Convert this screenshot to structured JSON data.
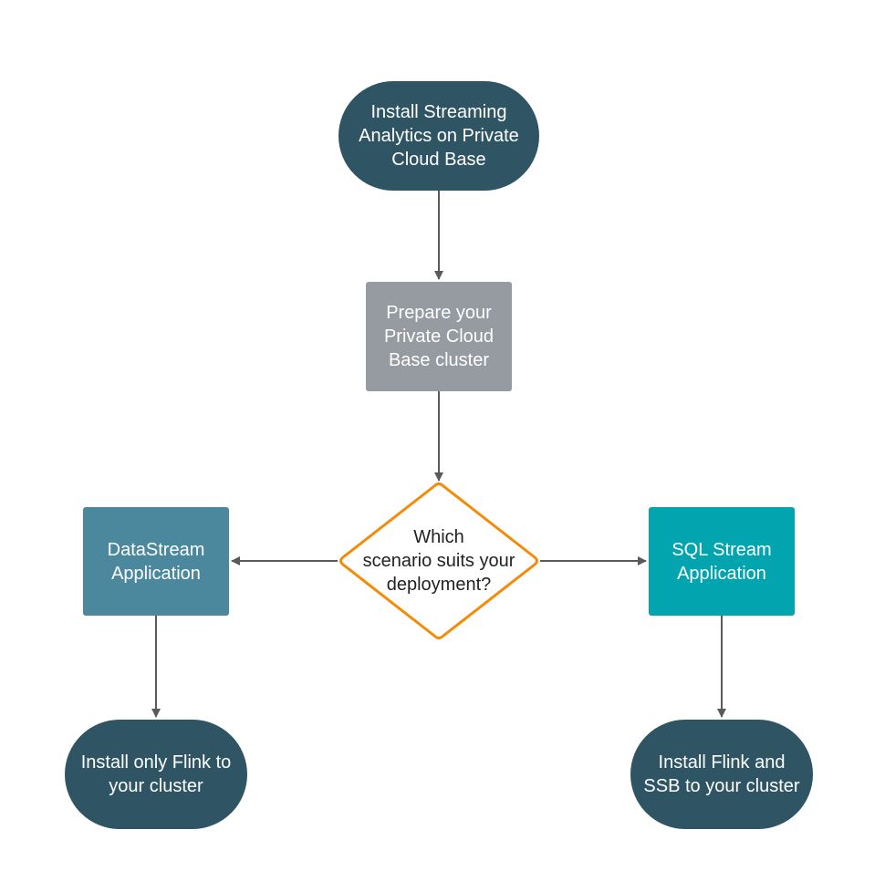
{
  "diagram": {
    "colors": {
      "terminal": "#2f5564",
      "process": "#969ba1",
      "datastream": "#4b889e",
      "sql": "#02a4b0",
      "decision_border": "#f58a07",
      "arrow": "#5a5a5a",
      "decision_text": "#222222"
    },
    "nodes": {
      "start": "Install Streaming\nAnalytics on Private\nCloud Base",
      "prepare": "Prepare your\nPrivate Cloud\nBase cluster",
      "decision": "Which\nscenario suits your\ndeployment?",
      "datastream": "DataStream\nApplication",
      "sql": "SQL Stream\nApplication",
      "flink_only": "Install only Flink to\nyour cluster",
      "flink_ssb": "Install Flink and\nSSB to your cluster"
    }
  }
}
